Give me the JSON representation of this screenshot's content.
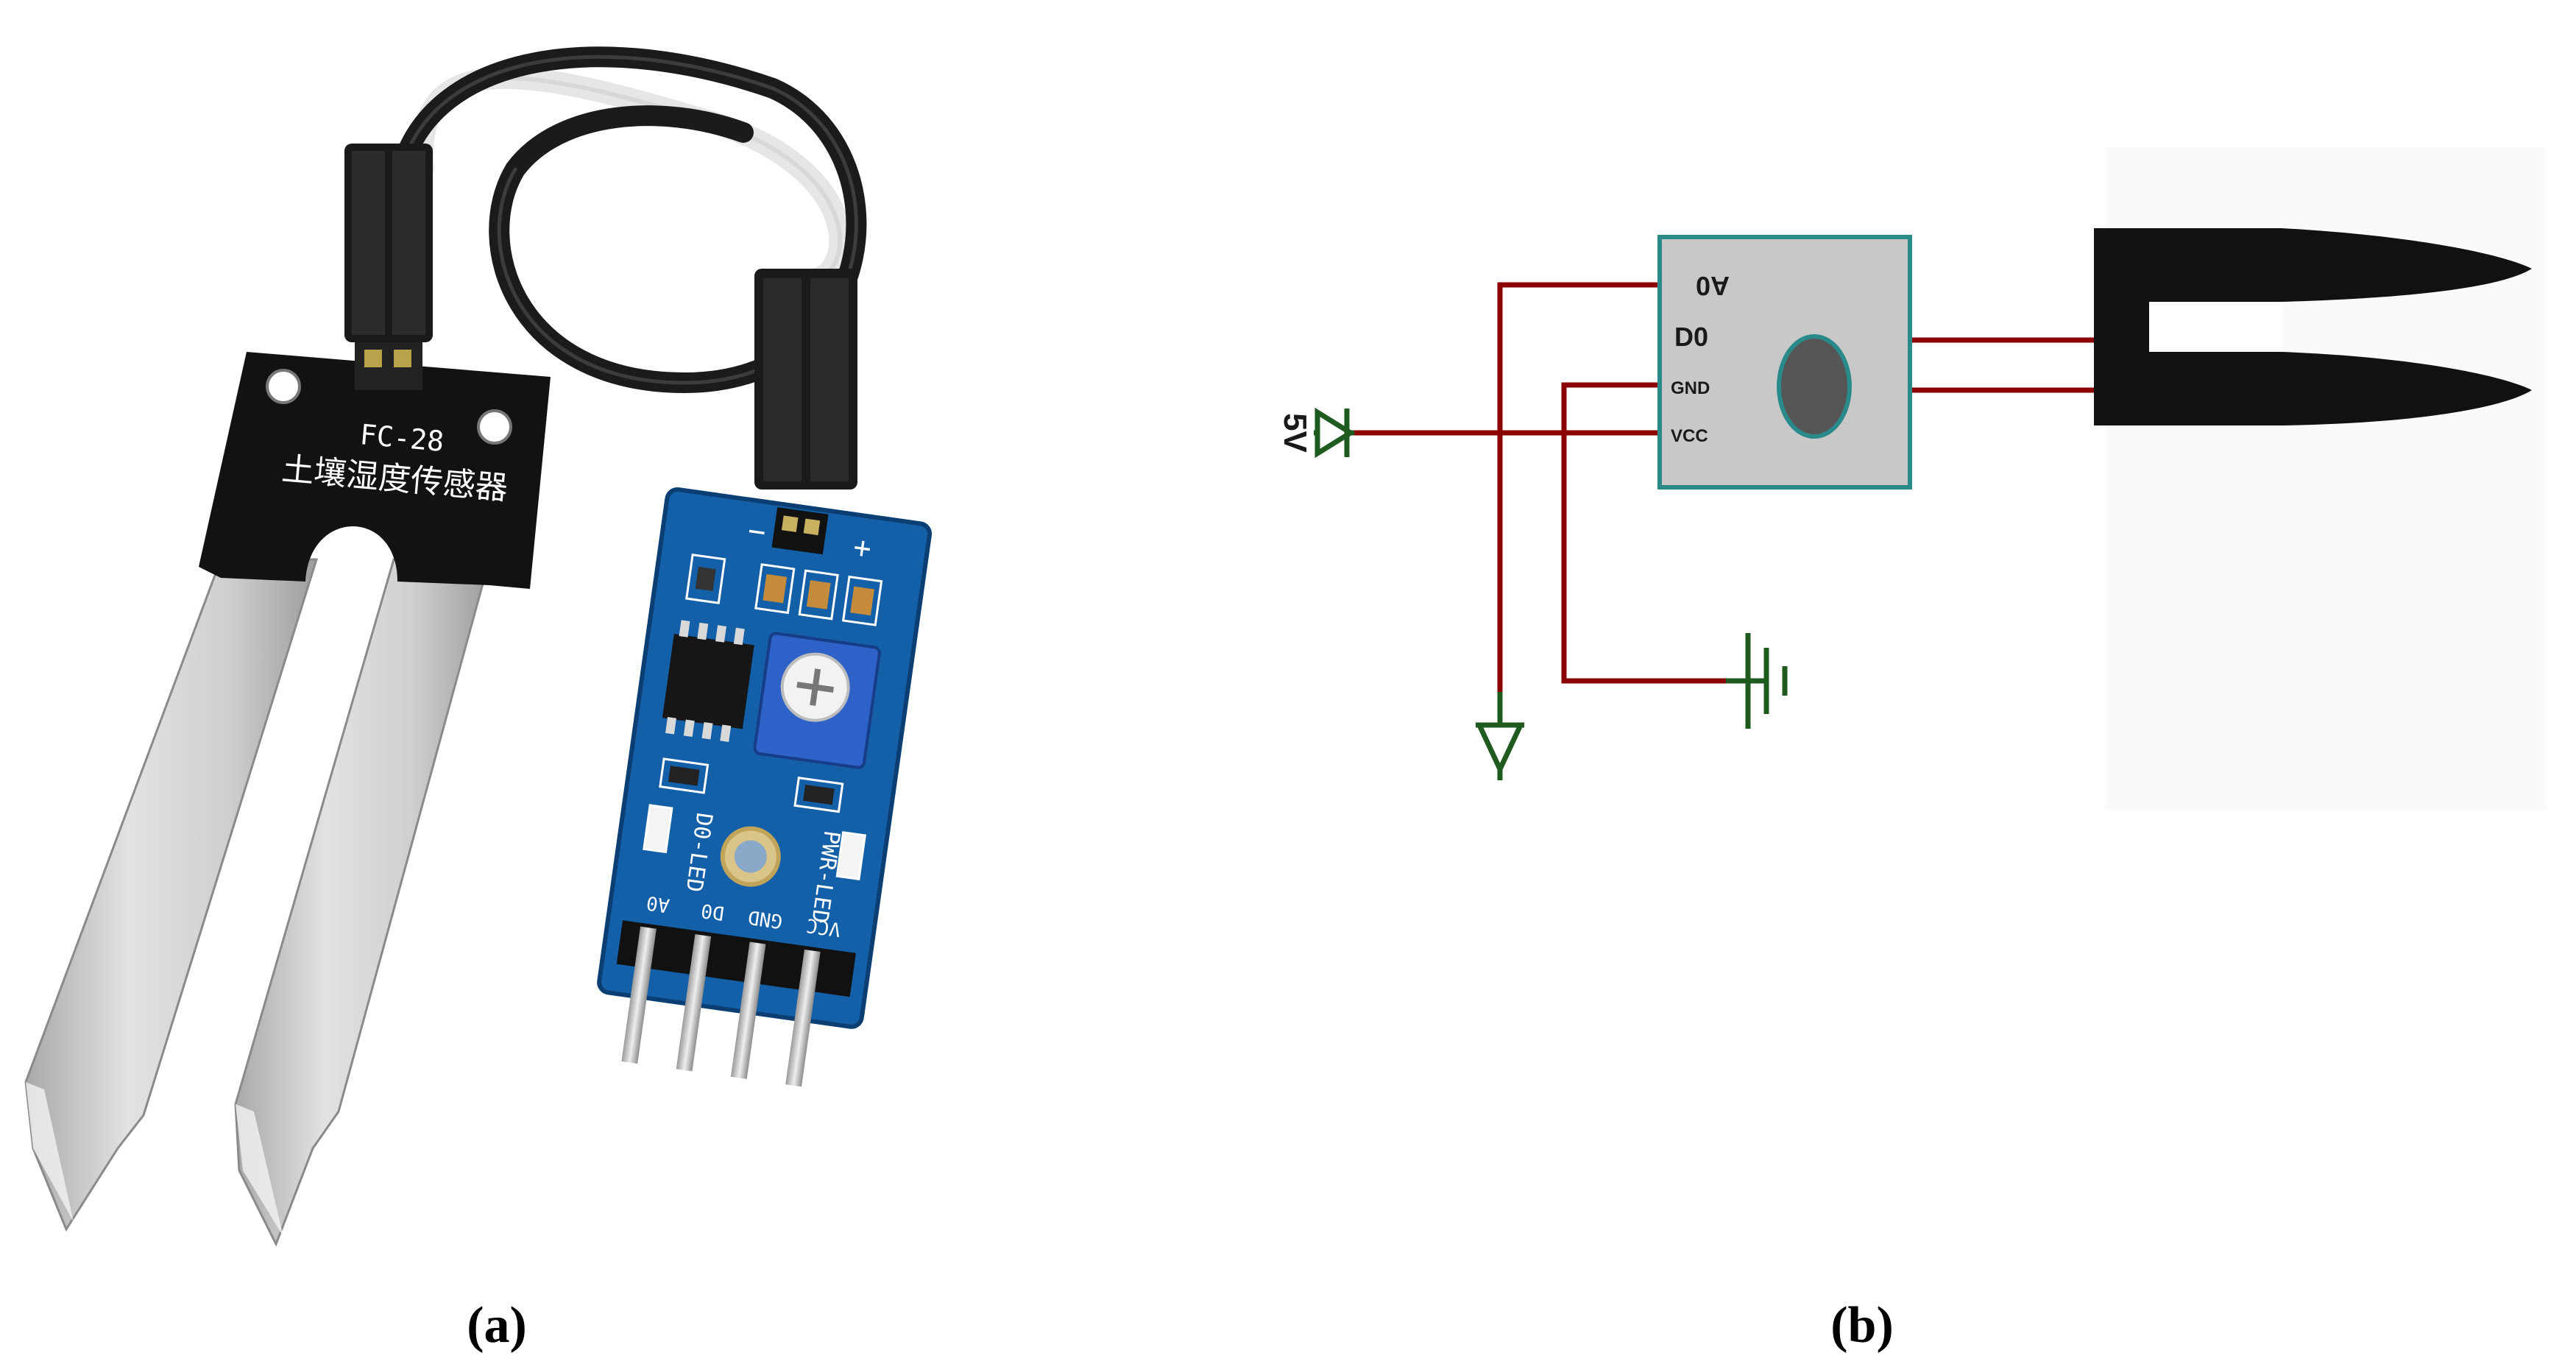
{
  "panel_a": {
    "caption": "(a)",
    "probe": {
      "model": "FC-28",
      "chinese_label": "土壤湿度传感器"
    },
    "module": {
      "header_minus": "−",
      "header_plus": "+",
      "led_left": "D0-LED",
      "led_right": "PWR-LED",
      "pins": [
        "A0",
        "D0",
        "GND",
        "VCC"
      ]
    }
  },
  "panel_b": {
    "caption": "(b)",
    "module_pins": [
      "A0",
      "D0",
      "GND",
      "VCC"
    ],
    "supply_label": "5V"
  },
  "colors": {
    "wire": "#8b0000",
    "power_symbol": "#1f5a1f",
    "module_fill": "#c8c8c8",
    "module_border": "#2a8a8a",
    "pcb_blue": "#1460a8",
    "probe_black": "#111111",
    "probe_metal": "#c9c9c9"
  }
}
